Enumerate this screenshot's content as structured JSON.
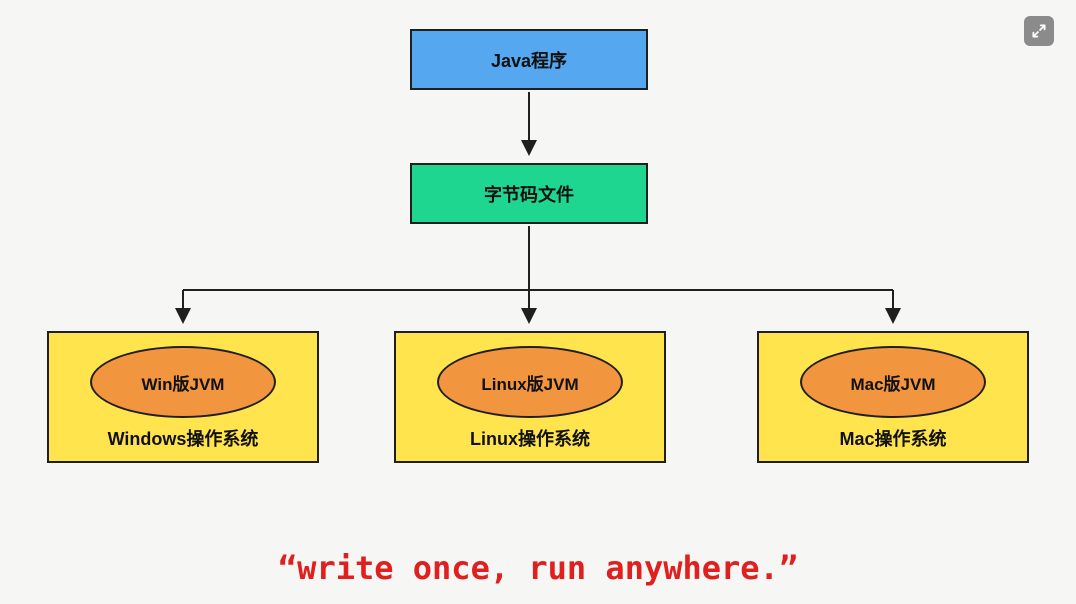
{
  "diagram": {
    "java_box": {
      "label": "Java程序"
    },
    "bytecode_box": {
      "label": "字节码文件"
    },
    "platforms": [
      {
        "jvm_label": "Win版JVM",
        "os_label": "Windows操作系统"
      },
      {
        "jvm_label": "Linux版JVM",
        "os_label": "Linux操作系统"
      },
      {
        "jvm_label": "Mac版JVM",
        "os_label": "Mac操作系统"
      }
    ]
  },
  "quote": "“write once, run anywhere.”",
  "icons": {
    "expand": "expand-arrows"
  },
  "colors": {
    "java_box_fill": "#55a8f0",
    "bytecode_box_fill": "#1fd690",
    "platform_box_fill": "#ffe44d",
    "jvm_ellipse_fill": "#f2953f",
    "border": "#1f1f1f",
    "quote_color": "#e01f1f",
    "background": "#f6f6f4"
  }
}
